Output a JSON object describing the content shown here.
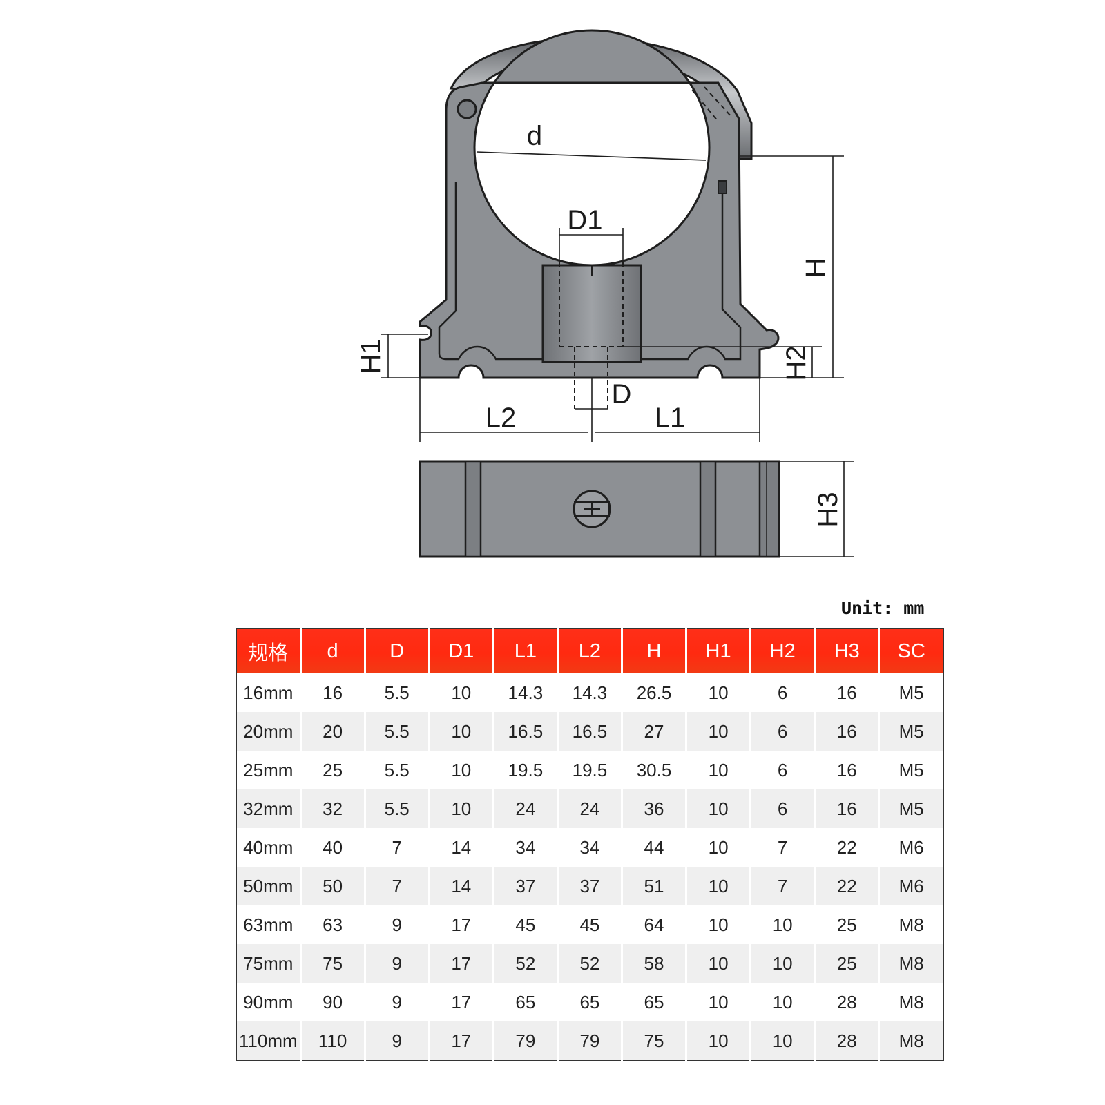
{
  "drawing": {
    "dim_labels": {
      "d": "d",
      "D1": "D1",
      "H": "H",
      "H1": "H1",
      "H2": "H2",
      "D": "D",
      "L2": "L2",
      "L1": "L1",
      "H3": "H3"
    },
    "colors": {
      "body": "#8d9094",
      "body_dark": "#6b6e72",
      "line": "#1e1e1e"
    }
  },
  "unit_label": "Unit: mm",
  "table": {
    "headers": [
      "规格",
      "d",
      "D",
      "D1",
      "L1",
      "L2",
      "H",
      "H1",
      "H2",
      "H3",
      "SC"
    ],
    "rows": [
      [
        "16mm",
        "16",
        "5.5",
        "10",
        "14.3",
        "14.3",
        "26.5",
        "10",
        "6",
        "16",
        "M5"
      ],
      [
        "20mm",
        "20",
        "5.5",
        "10",
        "16.5",
        "16.5",
        "27",
        "10",
        "6",
        "16",
        "M5"
      ],
      [
        "25mm",
        "25",
        "5.5",
        "10",
        "19.5",
        "19.5",
        "30.5",
        "10",
        "6",
        "16",
        "M5"
      ],
      [
        "32mm",
        "32",
        "5.5",
        "10",
        "24",
        "24",
        "36",
        "10",
        "6",
        "16",
        "M5"
      ],
      [
        "40mm",
        "40",
        "7",
        "14",
        "34",
        "34",
        "44",
        "10",
        "7",
        "22",
        "M6"
      ],
      [
        "50mm",
        "50",
        "7",
        "14",
        "37",
        "37",
        "51",
        "10",
        "7",
        "22",
        "M6"
      ],
      [
        "63mm",
        "63",
        "9",
        "17",
        "45",
        "45",
        "64",
        "10",
        "10",
        "25",
        "M8"
      ],
      [
        "75mm",
        "75",
        "9",
        "17",
        "52",
        "52",
        "58",
        "10",
        "10",
        "25",
        "M8"
      ],
      [
        "90mm",
        "90",
        "9",
        "17",
        "65",
        "65",
        "65",
        "10",
        "10",
        "28",
        "M8"
      ],
      [
        "110mm",
        "110",
        "9",
        "17",
        "79",
        "79",
        "75",
        "10",
        "10",
        "28",
        "M8"
      ]
    ],
    "colors": {
      "header_bg": "#ff2a10",
      "header_text": "#ffffff",
      "row_alt": "#efefef"
    }
  }
}
